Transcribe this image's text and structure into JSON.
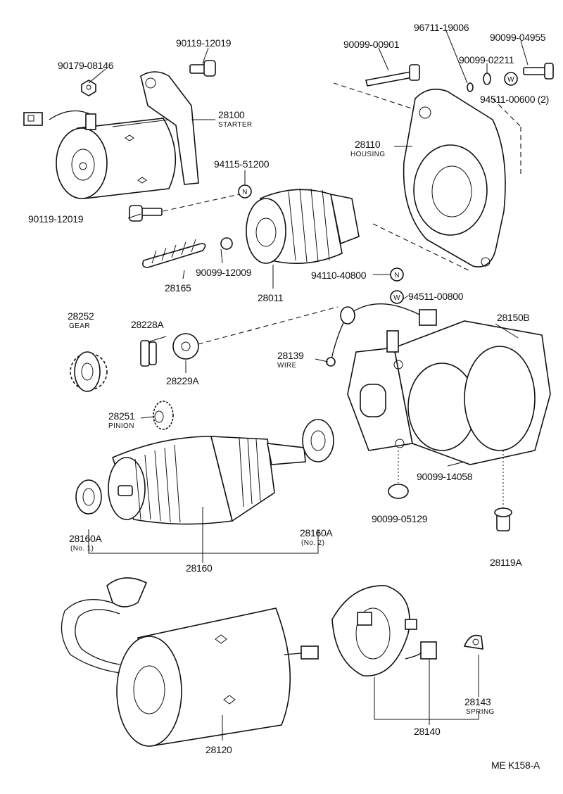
{
  "labels": {
    "p90179_08146": "90179-08146",
    "p90119_12019_top": "90119-12019",
    "p28100": "28100",
    "p28100_sub": "STARTER",
    "p94115_51200": "94115-51200",
    "p90119_12019_mid": "90119-12019",
    "p90099_00901": "90099-00901",
    "p96711_19006": "96711-19006",
    "p90099_04955": "90099-04955",
    "p90099_02211": "90099-02211",
    "p94511_00600": "94511-00600 (2)",
    "p28110": "28110",
    "p28110_sub": "HOUSING",
    "p28165": "28165",
    "p90099_12009": "90099-12009",
    "p28011": "28011",
    "p94110_40800": "94110-40800",
    "p94511_00800": "94511-00800",
    "p28252": "28252",
    "p28252_sub": "GEAR",
    "p28228A": "28228A",
    "p28229A": "28229A",
    "p28139": "28139",
    "p28139_sub": "WIRE",
    "p28150B": "28150B",
    "p28251": "28251",
    "p28251_sub": "PINION",
    "p90099_14058": "90099-14058",
    "p90099_05129": "90099-05129",
    "p28160A_1": "28160A",
    "p28160A_1_sub": "(No. 1)",
    "p28160A_2": "28160A",
    "p28160A_2_sub": "(No. 2)",
    "p28160": "28160",
    "p28119A": "28119A",
    "p28120": "28120",
    "p28143": "28143",
    "p28143_sub": "SPRING",
    "p28140": "28140",
    "code": "ME  K158-A"
  },
  "markers": {
    "nut": "N",
    "washer": "W"
  }
}
